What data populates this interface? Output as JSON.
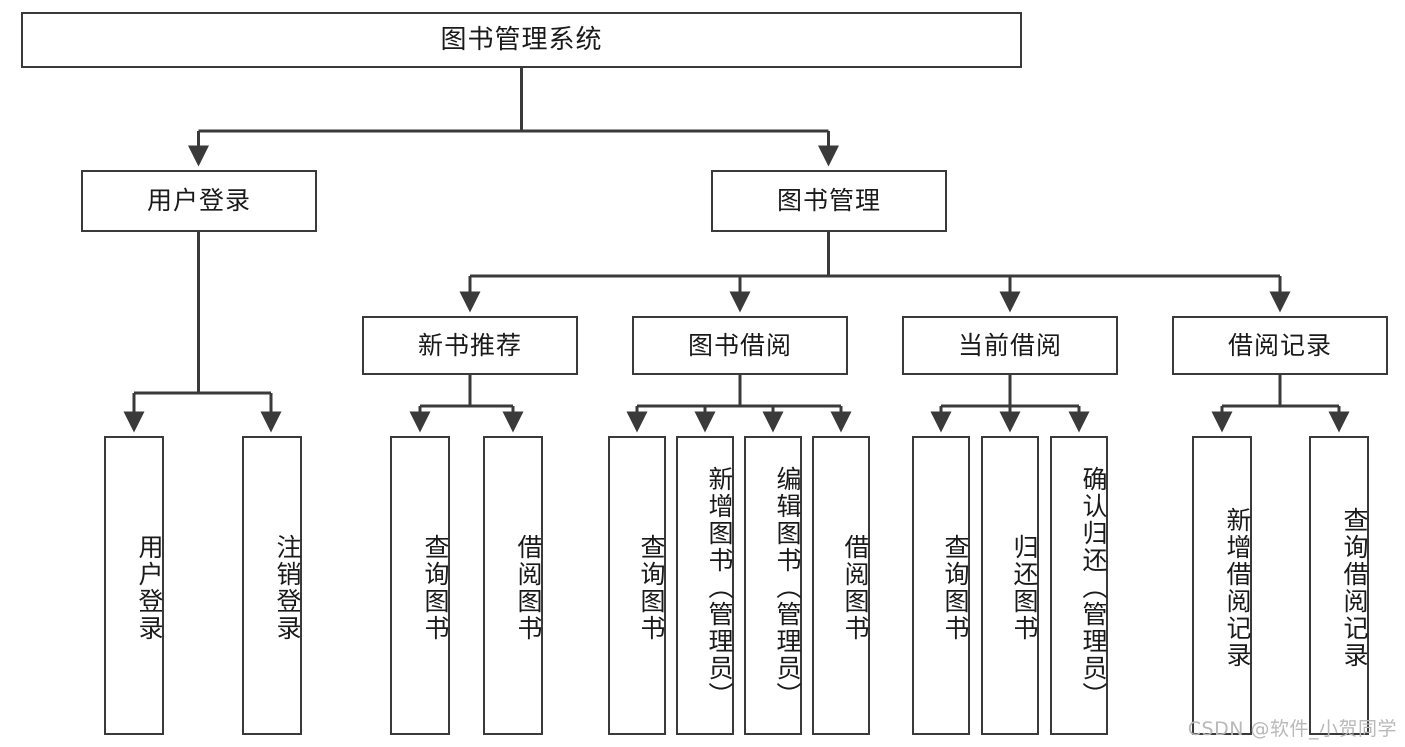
{
  "diagram": {
    "type": "tree",
    "title": "图书管理系统",
    "colors": {
      "box_border": "#3a3a3a",
      "box_fill": "#ffffff",
      "edge": "#3a3a3a",
      "text": "#1a1a1a",
      "watermark": "#b9b9b9",
      "background": "#ffffff"
    },
    "root": {
      "id": "root",
      "label": "图书管理系统"
    },
    "level1": [
      {
        "id": "n-user-login",
        "label": "用户登录"
      },
      {
        "id": "n-book-mgmt",
        "label": "图书管理"
      }
    ],
    "level2": [
      {
        "id": "n-new-book-rec",
        "label": "新书推荐",
        "parent": "n-book-mgmt"
      },
      {
        "id": "n-book-borrow",
        "label": "图书借阅",
        "parent": "n-book-mgmt"
      },
      {
        "id": "n-current-borrow",
        "label": "当前借阅",
        "parent": "n-book-mgmt"
      },
      {
        "id": "n-borrow-record",
        "label": "借阅记录",
        "parent": "n-book-mgmt"
      }
    ],
    "leaves": [
      {
        "id": "leaf-user-login",
        "label": "用户登录",
        "parent": "n-user-login"
      },
      {
        "id": "leaf-logout",
        "label": "注销登录",
        "parent": "n-user-login"
      },
      {
        "id": "leaf-query-book-1",
        "label": "查询图书",
        "parent": "n-new-book-rec"
      },
      {
        "id": "leaf-borrow-book-1",
        "label": "借阅图书",
        "parent": "n-new-book-rec"
      },
      {
        "id": "leaf-query-book-2",
        "label": "查询图书",
        "parent": "n-book-borrow"
      },
      {
        "id": "leaf-add-book",
        "label": "新增图书（管理员）",
        "parent": "n-book-borrow"
      },
      {
        "id": "leaf-edit-book",
        "label": "编辑图书（管理员）",
        "parent": "n-book-borrow"
      },
      {
        "id": "leaf-borrow-book-2",
        "label": "借阅图书",
        "parent": "n-book-borrow"
      },
      {
        "id": "leaf-query-book-3",
        "label": "查询图书",
        "parent": "n-current-borrow"
      },
      {
        "id": "leaf-return-book",
        "label": "归还图书",
        "parent": "n-current-borrow"
      },
      {
        "id": "leaf-confirm-return",
        "label": "确认归还（管理员）",
        "parent": "n-current-borrow"
      },
      {
        "id": "leaf-add-record",
        "label": "新增借阅记录",
        "parent": "n-borrow-record"
      },
      {
        "id": "leaf-query-record",
        "label": "查询借阅记录",
        "parent": "n-borrow-record"
      }
    ]
  },
  "watermark": {
    "text": "CSDN @软件_小贺同学"
  }
}
